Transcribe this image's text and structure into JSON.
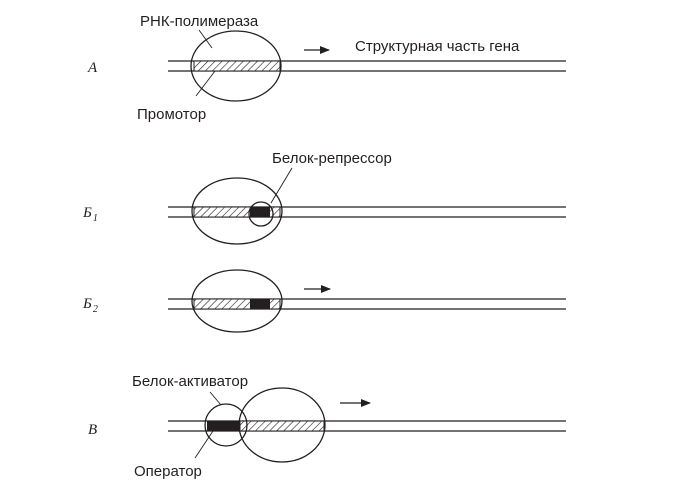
{
  "rows": {
    "a": "А",
    "b1": "Б",
    "b1_sub": "1",
    "b2": "Б",
    "b2_sub": "2",
    "v": "В"
  },
  "labels": {
    "rna_polymerase": "РНК-полимераза",
    "structural_part": "Структурная часть гена",
    "promoter": "Промотор",
    "repressor": "Белок-репрессор",
    "activator": "Белок-активатор",
    "operator": "Оператор"
  },
  "colors": {
    "ink": "#231f20",
    "background": "#ffffff"
  }
}
